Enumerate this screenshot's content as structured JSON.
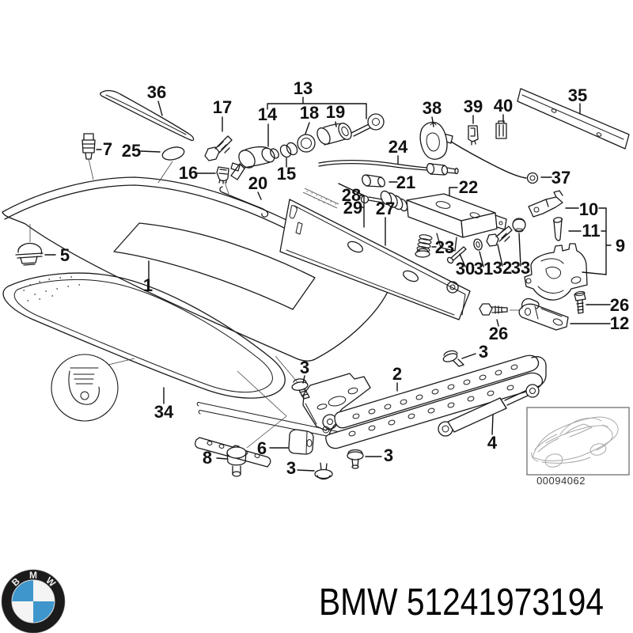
{
  "page": {
    "background": "#ffffff"
  },
  "diagram": {
    "description": "Exploded parts diagram of a BMW rear trunk lid assembly with numbered callouts",
    "callouts": [
      {
        "text": "36"
      },
      {
        "text": "17"
      },
      {
        "text": "13"
      },
      {
        "text": "14"
      },
      {
        "text": "18"
      },
      {
        "text": "19"
      },
      {
        "text": "38"
      },
      {
        "text": "39"
      },
      {
        "text": "40"
      },
      {
        "text": "35"
      },
      {
        "text": "7"
      },
      {
        "text": "25"
      },
      {
        "text": "16"
      },
      {
        "text": "15"
      },
      {
        "text": "20"
      },
      {
        "text": "24"
      },
      {
        "text": "37"
      },
      {
        "text": "21"
      },
      {
        "text": "28"
      },
      {
        "text": "29"
      },
      {
        "text": "27"
      },
      {
        "text": "22"
      },
      {
        "text": "10"
      },
      {
        "text": "11"
      },
      {
        "text": "9"
      },
      {
        "text": "23"
      },
      {
        "text": "30"
      },
      {
        "text": "31"
      },
      {
        "text": "32"
      },
      {
        "text": "33"
      },
      {
        "text": "26"
      },
      {
        "text": "12"
      },
      {
        "text": "26"
      },
      {
        "text": "3"
      },
      {
        "text": "5"
      },
      {
        "text": "1"
      },
      {
        "text": "34"
      },
      {
        "text": "3"
      },
      {
        "text": "2"
      },
      {
        "text": "6"
      },
      {
        "text": "8"
      },
      {
        "text": "3"
      },
      {
        "text": "3"
      },
      {
        "text": "4"
      }
    ],
    "inset": {
      "image_code": "00094062"
    }
  },
  "footer": {
    "brand": "BMW",
    "part_number": "51241973194",
    "display": "BMW 51241973194"
  },
  "logo": {
    "letters": [
      "B",
      "M",
      "W"
    ],
    "blue": "#3f96cc",
    "ring_color": "#1b1b1b"
  }
}
